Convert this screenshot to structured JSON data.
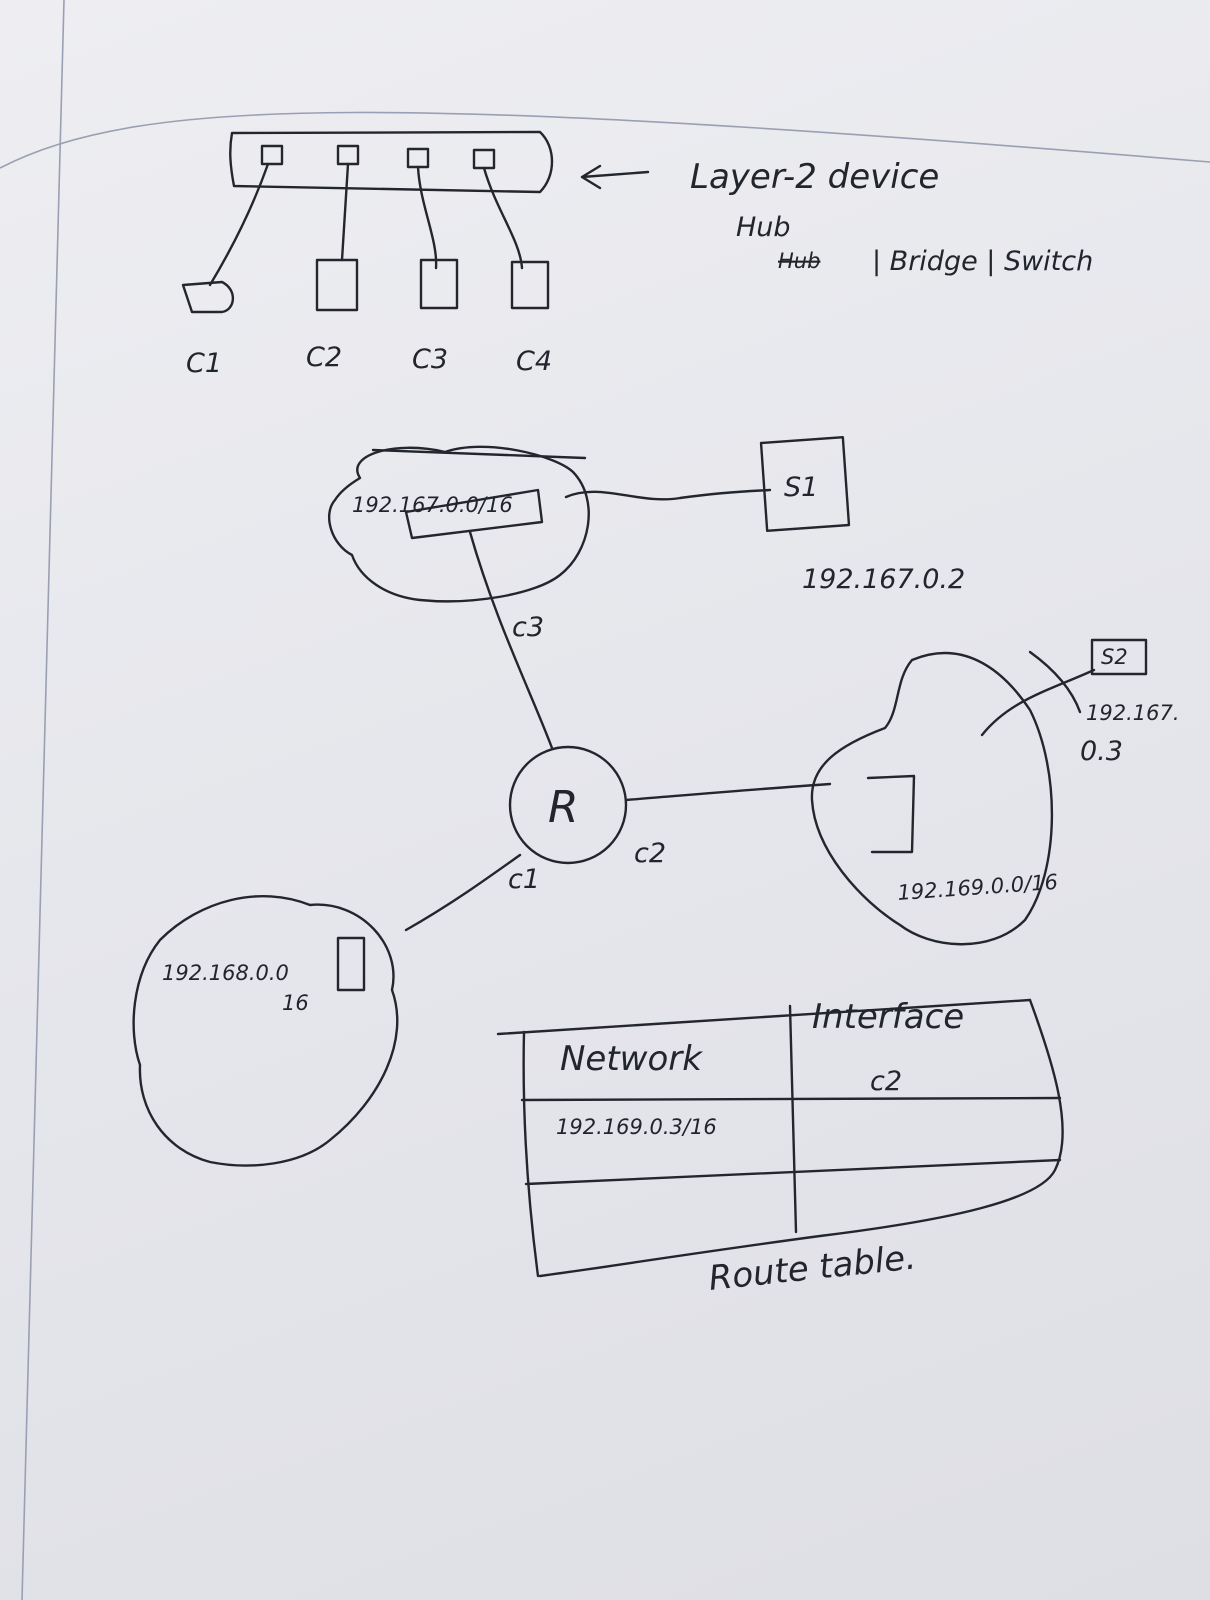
{
  "layer2": {
    "title": "Layer-2 device",
    "crossed_word": "Hub",
    "hub_label": "Hub",
    "bridge_switch": "| Bridge | Switch",
    "computers": [
      "C1",
      "C2",
      "C3",
      "C4"
    ]
  },
  "topology": {
    "router_label": "R",
    "top_network": "192.167.0.0/16",
    "server1_label": "S1",
    "server1_ip": "192.167.0.2",
    "server2_label": "S2",
    "server2_ip_line1": "192.167.",
    "server2_ip_line2": "0.3",
    "right_network": "192.169.0.0/16",
    "left_network_line1": "192.168.0.0",
    "left_network_line2": "16",
    "interface_top": "c3",
    "interface_left": "c1",
    "interface_right": "c2"
  },
  "route_table": {
    "headers": [
      "Network",
      "Interface"
    ],
    "rows": [
      [
        "192.169.0.3/16",
        "c2"
      ],
      [
        "",
        ""
      ]
    ],
    "caption": "Route table."
  }
}
